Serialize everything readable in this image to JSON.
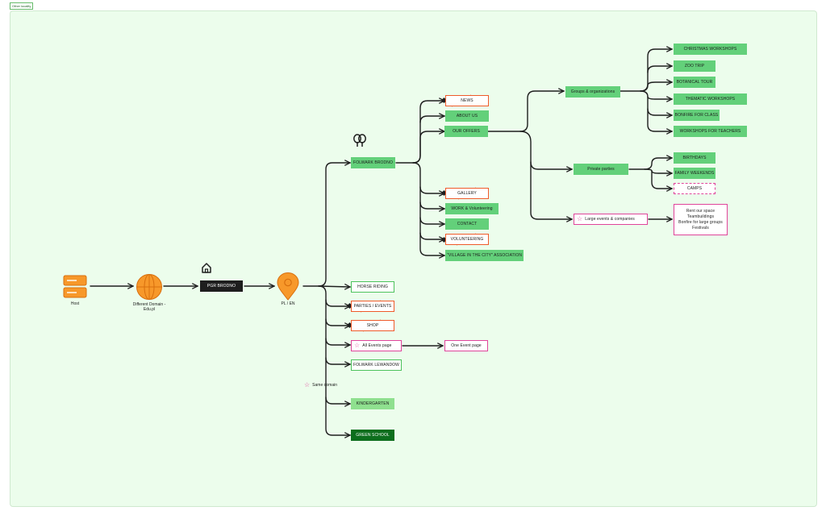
{
  "frame_tag": "Other locality",
  "source": {
    "host": "Host",
    "different_domain": "Different Domain -",
    "different_domain_2": "Edu.pl",
    "pgr": "PGR BRODNO",
    "lang": "PL / EN",
    "same_domain": "Same domain"
  },
  "main_branches": {
    "folwark_brodno": "FOLWARK BRODNO",
    "horse_riding": "HORSE RIDING",
    "parties_events": "PARTIES / EVENTS",
    "shop": "SHOP",
    "all_events": "All Events page",
    "one_event": "One Event page",
    "folwark_lewandow": "FOLWARK LEWANDOW",
    "kindergarten": "KINDERGARTEN",
    "green_school": "GREEN SCHOOL"
  },
  "folwark_items": {
    "news": "NEWS",
    "about_us": "ABOUT US",
    "our_offers": "OUR OFFERS",
    "gallery": "GALLERY",
    "work": "WORK & Volunteering",
    "contact": "CONTACT",
    "volunteering": "VOLUNTEERING",
    "village": "\"VILLAGE IN THE CITY\" ASSOCIATION"
  },
  "offers": {
    "groups": "Groups & organizations",
    "private": "Private parties",
    "large": "Large events & companies"
  },
  "groups_items": {
    "christmas": "CHRISTMAS WORKSHOPS",
    "zoo": "ZOO TRIP",
    "botanical": "BOTANICAL TOUR",
    "thematic": "THEMATIC WORKSHOPS",
    "bonfire": "BONFIRE FOR CLASS",
    "teachers": "WORKSHOPS FOR TEACHERS"
  },
  "private_items": {
    "birthdays": "BIRTHDAYS",
    "family": "FAMILY WEEKENDS",
    "camps": "CAMPS"
  },
  "large_items": {
    "line1": "Rent our space",
    "line2": "Teambuildings",
    "line3": "Bonfire for large groups",
    "line4": "Festivals"
  },
  "icons": {
    "host": "server-icon",
    "domain": "globe-icon",
    "home": "home-icon",
    "pin": "location-pin-icon",
    "trees": "trees-icon",
    "star": "star-icon"
  },
  "colors": {
    "green": "#63d07a",
    "light_green": "#8fe08f",
    "dark_green": "#0d6e1d",
    "orange": "#ef5a2a",
    "pink": "#e0449a",
    "dark": "#1e1e1e",
    "icon_orange": "#f7982a",
    "background": "#ecfdec"
  }
}
